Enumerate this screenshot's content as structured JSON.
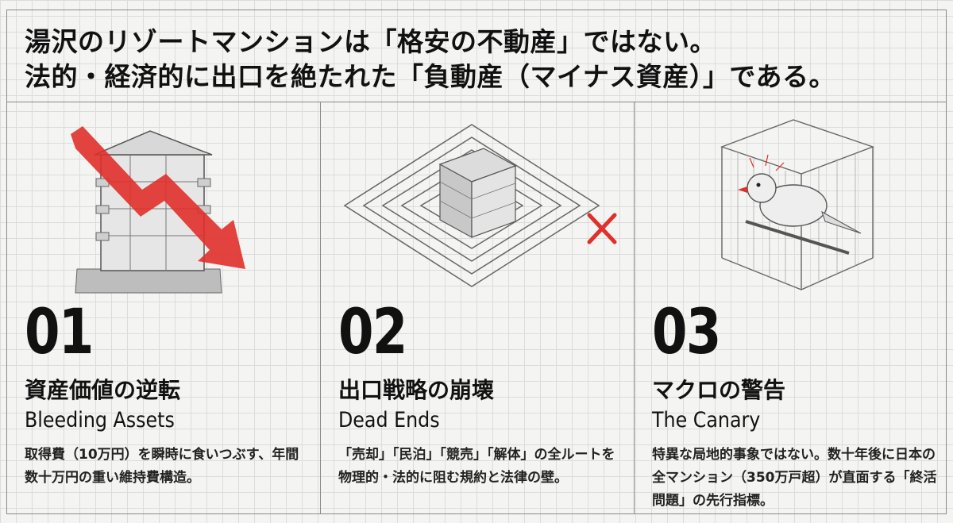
{
  "header": {
    "line1": "湯沢のリゾートマンションは「格安の不動産」ではない。",
    "line2": "法的・経済的に出口を絶たれた「負動産（マイナス資産）」である。"
  },
  "panels": [
    {
      "number": "01",
      "title_jp": "資産価値の逆転",
      "title_en": "Bleeding Assets",
      "desc": "取得費（10万円）を瞬時に食いつぶす、年間数十万円の重い維持費構造。"
    },
    {
      "number": "02",
      "title_jp": "出口戦略の崩壊",
      "title_en": "Dead Ends",
      "desc": "「売却」「民泊」「競売」「解体」の全ルートを物理的・法的に阻む規約と法律の壁。"
    },
    {
      "number": "03",
      "title_jp": "マクロの警告",
      "title_en": "The Canary",
      "desc": "特異な局地的事象ではない。数十年後に日本の全マンション（350万戸超）が直面する「終活問題」の先行指標。"
    }
  ],
  "icons": {
    "panel1": "building-declining-arrow-icon",
    "panel2": "building-maze-icon",
    "panel3": "canary-cage-icon"
  },
  "colors": {
    "accent": "#e0302a",
    "border": "#8a8a8a",
    "text": "#111111"
  }
}
